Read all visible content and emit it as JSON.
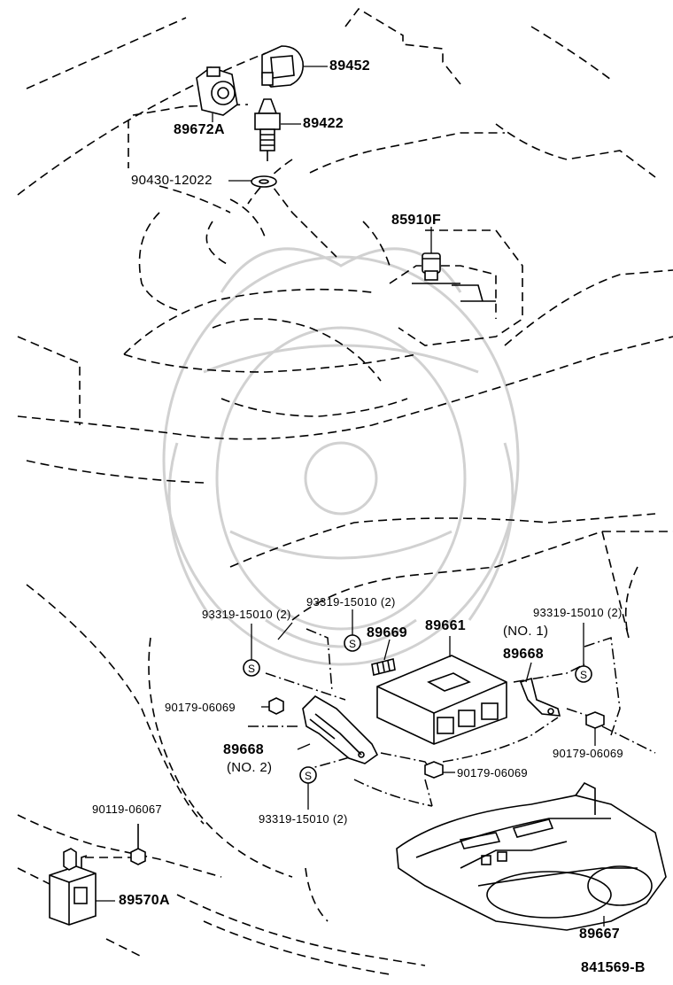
{
  "diagram_id": "841569-B",
  "callouts": {
    "p89452": "89452",
    "p89672A": "89672A",
    "p89422": "89422",
    "p90430": "90430-12022",
    "p85910F": "85910F",
    "p93319_a": "93319-15010 (2)",
    "p93319_b": "93319-15010 (2)",
    "p93319_c": "93319-15010 (2)",
    "p93319_d": "93319-15010 (2)",
    "p89669": "89669",
    "p89661": "89661",
    "p89668_no1": "89668",
    "no1": "(NO. 1)",
    "p89668_no2": "89668",
    "no2": "(NO. 2)",
    "p90179_a": "90179-06069",
    "p90179_b": "90179-06069",
    "p90179_c": "90179-06069",
    "p90119": "90119-06067",
    "p89570A": "89570A",
    "p89667": "89667"
  },
  "symbols": {
    "s_marker": "S"
  }
}
